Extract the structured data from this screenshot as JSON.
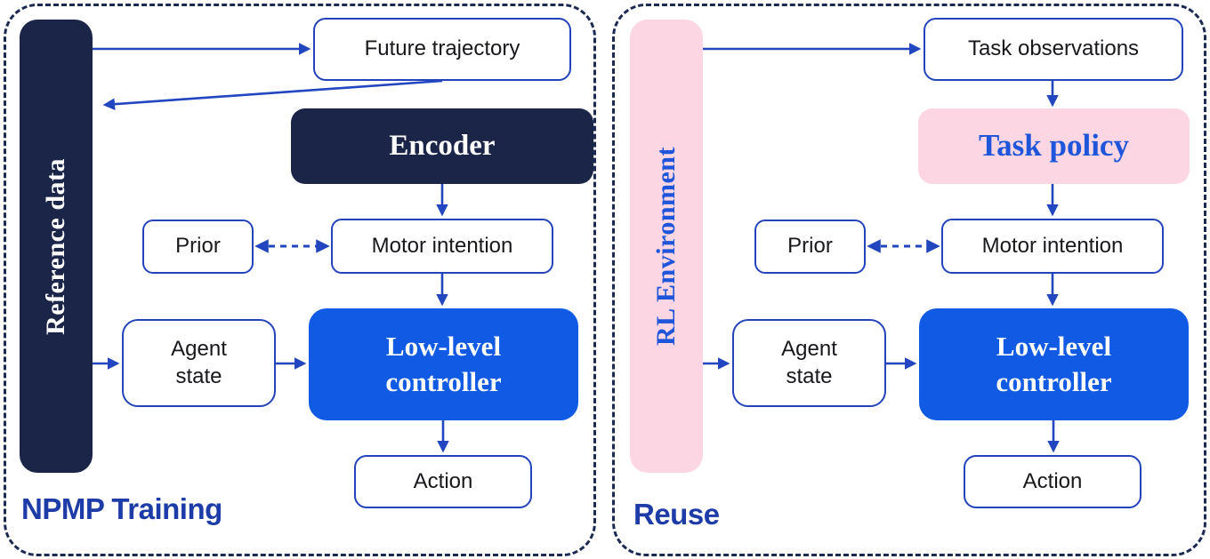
{
  "colors": {
    "navy": "#1b2547",
    "dash": "#1c2a52",
    "royal": "#2343bb",
    "arrow": "#2146c0",
    "bluefill": "#115be4",
    "pink": "#fcd7e3",
    "bluetext": "#1e55da",
    "labelblue": "#1e3ca8",
    "boxtext": "#17181c"
  },
  "panels": [
    {
      "label": "NPMP Training",
      "source_bar": "Reference data",
      "nodes": {
        "top_box": "Future trajectory",
        "main_box": "Encoder",
        "prior": "Prior",
        "motor": "Motor intention",
        "agent": "Agent\nstate",
        "controller": "Low-level\ncontroller",
        "action": "Action"
      }
    },
    {
      "label": "Reuse",
      "source_bar": "RL Environment",
      "nodes": {
        "top_box": "Task observations",
        "main_box": "Task policy",
        "prior": "Prior",
        "motor": "Motor intention",
        "agent": "Agent\nstate",
        "controller": "Low-level\ncontroller",
        "action": "Action"
      }
    }
  ]
}
